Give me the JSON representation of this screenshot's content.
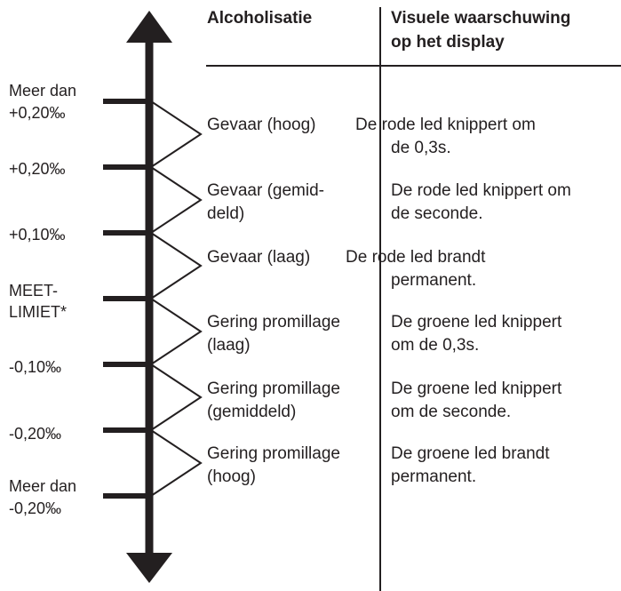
{
  "header": {
    "col1": "Alcoholisatie",
    "col2_line1": "Visuele waarschuwing",
    "col2_line2": "op het display"
  },
  "levels": [
    {
      "line1": "Meer dan",
      "line2": "+0,20‰"
    },
    {
      "line1": "+0,20‰"
    },
    {
      "line1": "+0,10‰"
    },
    {
      "line1": "MEET-",
      "line2": "LIMIET*"
    },
    {
      "line1": "-0,10‰"
    },
    {
      "line1": "-0,20‰"
    },
    {
      "line1": "Meer dan",
      "line2": "-0,20‰"
    }
  ],
  "rows": [
    {
      "state_line1": "Gevaar (hoog)",
      "state_line2": "",
      "warning_line1": "De rode led knippert om",
      "warning_line2": "de 0,3s."
    },
    {
      "state_line1": "Gevaar (gemid-",
      "state_line2": "deld)",
      "warning_line1": "De rode led knippert om",
      "warning_line2": "de seconde."
    },
    {
      "state_line1": "Gevaar (laag)",
      "state_line2": "",
      "warning_line1": "De rode led brandt",
      "warning_line2": "permanent."
    },
    {
      "state_line1": "Gering promillage",
      "state_line2": "(laag)",
      "warning_line1": "De groene led knippert",
      "warning_line2": "om de 0,3s."
    },
    {
      "state_line1": "Gering promillage",
      "state_line2": "(gemiddeld)",
      "warning_line1": "De groene led knippert",
      "warning_line2": "om de seconde."
    },
    {
      "state_line1": "Gering promillage",
      "state_line2": "(hoog)",
      "warning_line1": "De groene led brandt",
      "warning_line2": "permanent."
    }
  ]
}
